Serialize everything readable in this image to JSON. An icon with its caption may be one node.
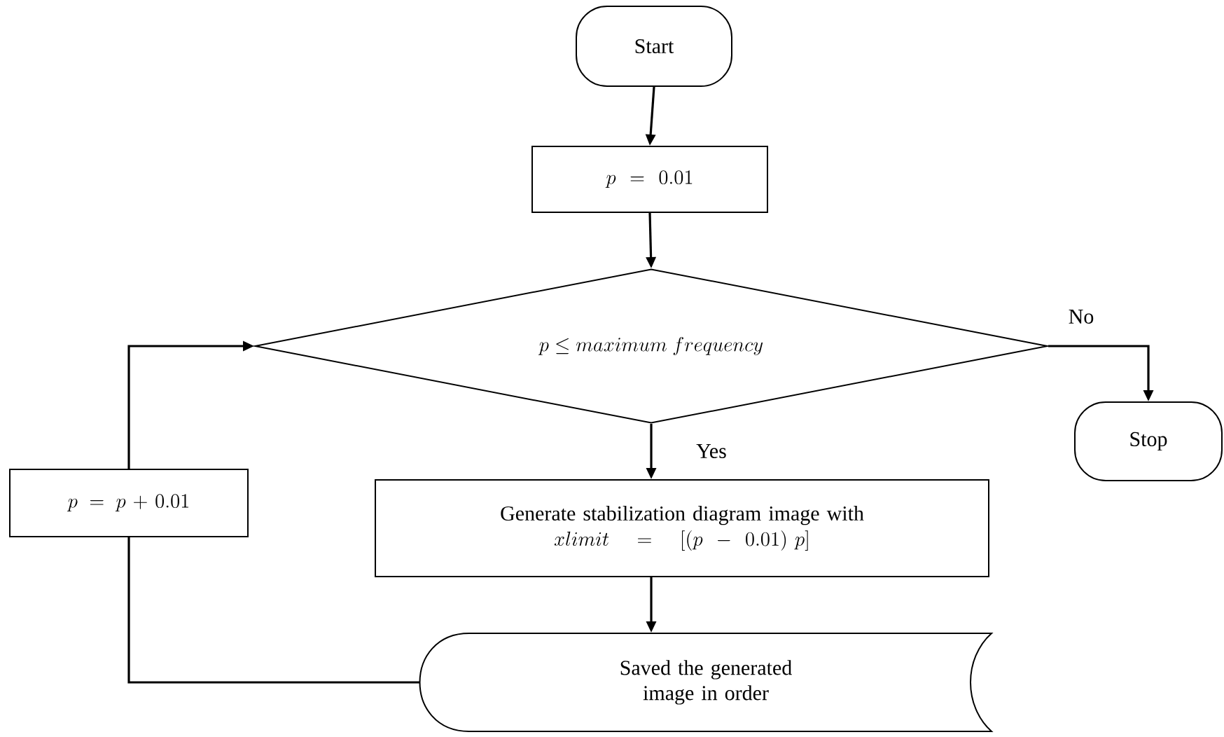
{
  "diagram": {
    "nodes": [
      {
        "text": [
          "Start"
        ]
      },
      {
        "text": [
          "p = 0.01"
        ]
      },
      {
        "text": [
          "p \\le maximum\\ frequency"
        ]
      },
      {
        "text": [
          "Stop"
        ]
      },
      {
        "text": [
          "Generate stabilization diagram image with",
          "xlimit = [(p - 0.01)\\ p]"
        ]
      },
      {
        "text": [
          "Saved the generated image in order"
        ]
      },
      {
        "text": [
          "p = p + 0.01"
        ]
      }
    ],
    "edges": [
      {
        "from": 0,
        "to": 1,
        "arrow": "to"
      },
      {
        "from": 1,
        "to": 2,
        "arrow": "to"
      },
      {
        "from": 2,
        "to": 3,
        "arrow": "to",
        "label": "No"
      },
      {
        "from": 2,
        "to": 4,
        "arrow": "to",
        "label": "Yes"
      },
      {
        "from": 4,
        "to": 5,
        "arrow": "to"
      },
      {
        "from": 5,
        "to": 6,
        "arrow": "none"
      },
      {
        "from": 6,
        "to": 2,
        "arrow": "to"
      }
    ]
  }
}
